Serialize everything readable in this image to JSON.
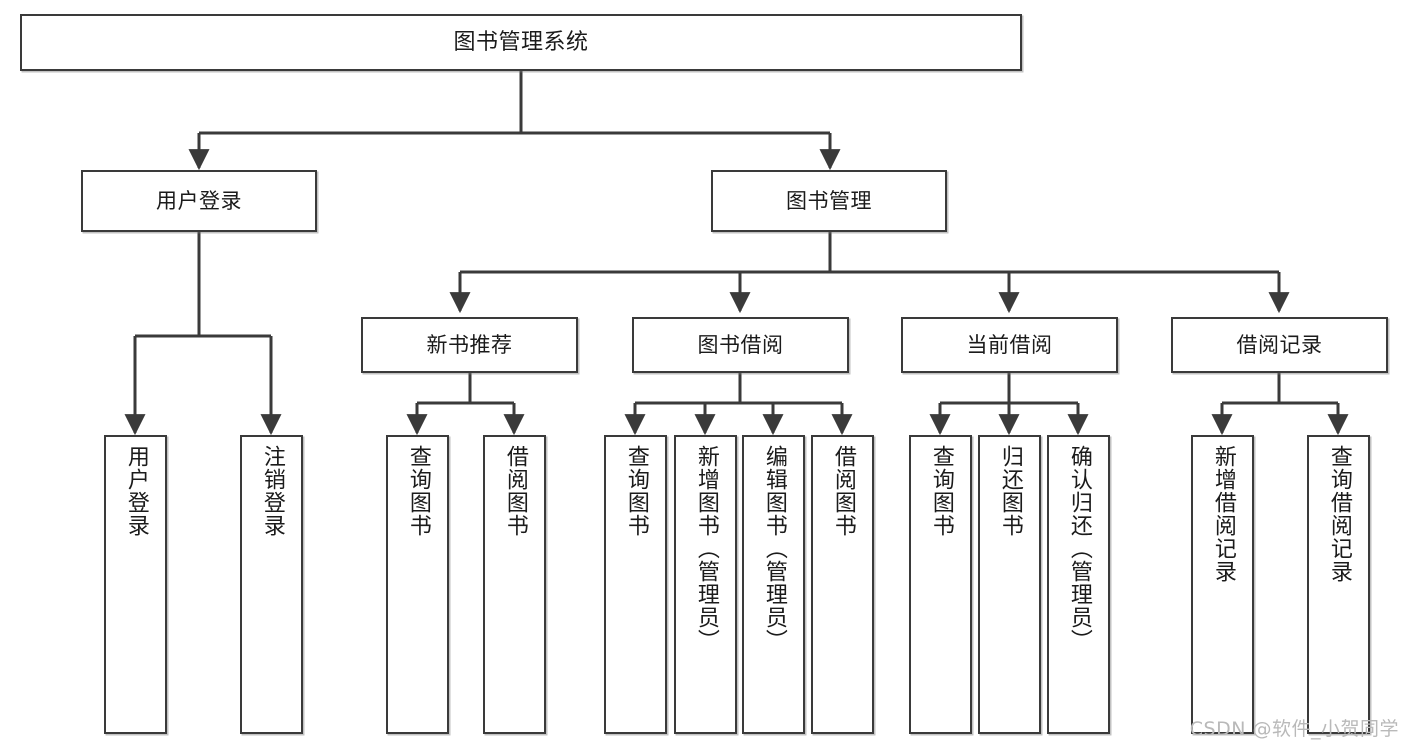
{
  "diagram": {
    "title": "图书管理系统",
    "type": "hierarchy-tree",
    "watermark": "CSDN @软件_小贺同学",
    "colors": {
      "box_border": "#3a3a3a",
      "box_fill": "#ffffff",
      "edge": "#3a3a3a",
      "text": "#1b1b1b",
      "watermark": "#b9b9b9",
      "background": "#ffffff"
    }
  },
  "nodes": {
    "root": {
      "label": "图书管理系统"
    },
    "level2": [
      {
        "id": "user-login",
        "label": "用户登录"
      },
      {
        "id": "book-management",
        "label": "图书管理"
      }
    ],
    "level3": [
      {
        "id": "new-book-recommend",
        "label": "新书推荐"
      },
      {
        "id": "book-borrow",
        "label": "图书借阅"
      },
      {
        "id": "current-borrow",
        "label": "当前借阅"
      },
      {
        "id": "borrow-record",
        "label": "借阅记录"
      }
    ],
    "leaves": {
      "user_login": [
        {
          "id": "leaf-user-login",
          "label": "用户登录"
        },
        {
          "id": "leaf-logout",
          "label": "注销登录"
        }
      ],
      "new_book_recommend": [
        {
          "id": "leaf-query-book-1",
          "label": "查询图书"
        },
        {
          "id": "leaf-borrow-book-1",
          "label": "借阅图书"
        }
      ],
      "book_borrow": [
        {
          "id": "leaf-query-book-2",
          "label": "查询图书"
        },
        {
          "id": "leaf-add-book",
          "label": "新增图书（管理员）"
        },
        {
          "id": "leaf-edit-book",
          "label": "编辑图书（管理员）"
        },
        {
          "id": "leaf-borrow-book-2",
          "label": "借阅图书"
        }
      ],
      "current_borrow": [
        {
          "id": "leaf-query-book-3",
          "label": "查询图书"
        },
        {
          "id": "leaf-return-book",
          "label": "归还图书"
        },
        {
          "id": "leaf-confirm-return",
          "label": "确认归还（管理员）"
        }
      ],
      "borrow_record": [
        {
          "id": "leaf-add-record",
          "label": "新增借阅记录"
        },
        {
          "id": "leaf-query-record",
          "label": "查询借阅记录"
        }
      ]
    }
  }
}
